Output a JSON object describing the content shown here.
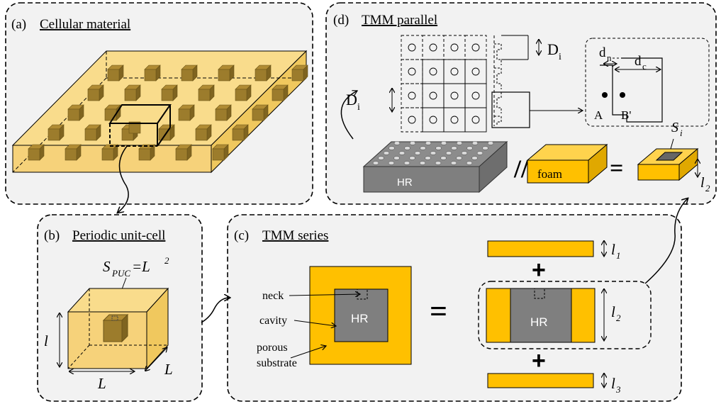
{
  "panels": {
    "a": {
      "label": "(a)",
      "title": "Cellular material"
    },
    "b": {
      "label": "(b)",
      "title": "Periodic unit-cell",
      "area_eq_S": "S",
      "area_eq_sub": "PUC",
      "area_eq_rhs": "=L",
      "area_eq_sup": "2",
      "dim_l": "l",
      "dim_L1": "L",
      "dim_L2": "L"
    },
    "c": {
      "label": "(c)",
      "title": "TMM series",
      "neck": "neck",
      "cavity": "cavity",
      "porous1": "porous",
      "porous2": "substrate",
      "hr_left": "HR",
      "hr_right": "HR",
      "equals": "=",
      "plus1": "+",
      "plus2": "+",
      "l1": "l",
      "l1_sub": "1",
      "l2": "l",
      "l2_sub": "2",
      "l3": "l",
      "l3_sub": "3"
    },
    "d": {
      "label": "(d)",
      "title": "TMM parallel",
      "Di_top": "D",
      "Di_left": "D",
      "Di_sub": "i",
      "dn": "d",
      "dn_sub": "n",
      "dc": "d",
      "dc_sub": "c",
      "A": "A",
      "B": "B'",
      "hr": "HR",
      "parallel": "//",
      "foam": "foam",
      "equals": "=",
      "Si": "S",
      "Si_sub": "i",
      "l2": "l",
      "l2_sub": "2"
    }
  },
  "colors": {
    "gold": "#FFC000",
    "gold_light": "#F9DC8C",
    "gray": "#7F7F7F",
    "dark_gray": "#595959",
    "cube": "#9C7C2C",
    "panel_bg": "#F2F2F2"
  }
}
